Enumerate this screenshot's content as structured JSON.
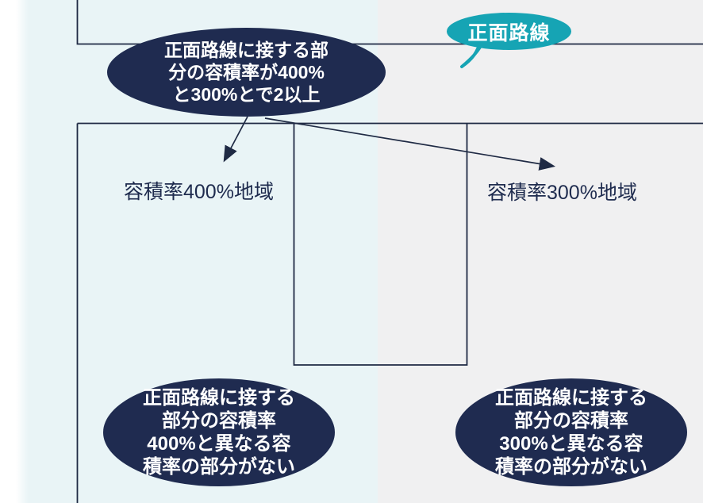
{
  "colors": {
    "navy_callout": "#1f2b50",
    "teal_bubble": "#16a4b4",
    "light_blue_region": "#e9f4f6",
    "gray_region": "#f0f0f1",
    "boundary_line": "#1f2a44",
    "label_text": "#1e2b4e",
    "callout_text": "#ffffff"
  },
  "road_bubble": {
    "label": "正面路線"
  },
  "top_callout": {
    "line1": "正面路線に接する部",
    "line2": "分の容積率が400%",
    "line3": "と300%とで2以上"
  },
  "zones": {
    "left_label": "容積率400%地域",
    "right_label": "容積率300%地域"
  },
  "bottom_left_callout": {
    "line1": "正面路線に接する",
    "line2": "部分の容積率",
    "line3": "400%と異なる容",
    "line4": "積率の部分がない"
  },
  "bottom_right_callout": {
    "line1": "正面路線に接する",
    "line2": "部分の容積率",
    "line3": "300%と異なる容",
    "line4": "積率の部分がない"
  }
}
